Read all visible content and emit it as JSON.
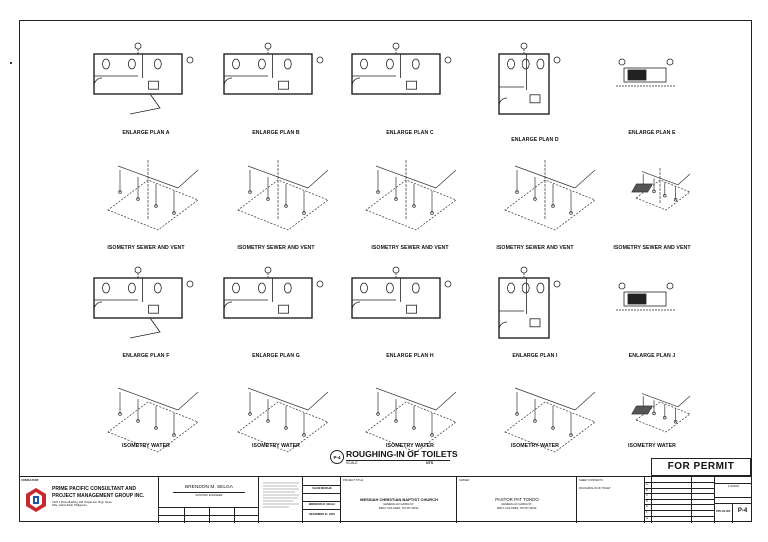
{
  "sheet": {
    "title": "ROUGHING-IN OF TOILETS",
    "scale_label": "SCALE",
    "scale_value": "NTS",
    "callout": "P-4",
    "stamp": "FOR PERMIT"
  },
  "drawings": [
    {
      "caption": "ENLARGE PLAN A"
    },
    {
      "caption": "ENLARGE PLAN B"
    },
    {
      "caption": "ENLARGE PLAN C"
    },
    {
      "caption": "ENLARGE PLAN D"
    },
    {
      "caption": "ENLARGE PLAN E"
    },
    {
      "caption": "ISOMETRY SEWER AND VENT"
    },
    {
      "caption": "ISOMETRY SEWER AND VENT"
    },
    {
      "caption": "ISOMETRY SEWER AND VENT"
    },
    {
      "caption": "ISOMETRY SEWER AND VENT"
    },
    {
      "caption": "ISOMETRY SEWER AND VENT"
    },
    {
      "caption": "ENLARGE PLAN F"
    },
    {
      "caption": "ENLARGE PLAN G"
    },
    {
      "caption": "ENLARGE PLAN H"
    },
    {
      "caption": "ENLARGE PLAN I"
    },
    {
      "caption": "ENLARGE PLAN J"
    },
    {
      "caption": "ISOMETRY WATER"
    },
    {
      "caption": "ISOMETRY WATER"
    },
    {
      "caption": "ISOMETRY WATER"
    },
    {
      "caption": "ISOMETRY WATER"
    },
    {
      "caption": "ISOMETRY WATER"
    }
  ],
  "title_block": {
    "consultant_label": "CONSULTANT:",
    "firm_line1": "PRIME PACIFIC CONSULTANT AND",
    "firm_line2": "PROJECT MANAGEMENT GROUP INC.",
    "firm_address": "UNIT 1 Prime Building, #21 Ortigas Ext. Brgy. Santo Niño, Cainta Rizal, Philippines",
    "engineer_name": "BRENDON M. SELGA",
    "engineer_title": "SANITARY ENGINEER",
    "project_title_label": "PROJECT TITLE:",
    "project_name": "MESSIAH CHRISTIAN BAPTIST CHURCH",
    "project_addr1": "GENERAL EX GARDA ST.,",
    "project_addr2": "BRGY. DOLORES, TAYTAY RIZAL",
    "owner_label": "OWNER:",
    "owner_name": "PASTOR PAT TONDO",
    "owner_addr1": "GENERAL EX GARDA ST.,",
    "owner_addr2": "BRGY. DOLORES, TAYTAY RIZAL",
    "sheet_contents_label": "SHEET CONTENTS:",
    "sheet_contents": "ROUGHING-IN OF TOILET",
    "designer": "SALIM MERAJE",
    "checker": "BRENDON M. SELGA",
    "date": "DECEMBER 21, 2020",
    "project_no": "PPC-00-000",
    "sheet_no": "P-4",
    "scale_cell": "2 NORTH",
    "rev_rows": [
      "A",
      "B",
      "C",
      "D",
      "E",
      "F",
      "G"
    ]
  }
}
